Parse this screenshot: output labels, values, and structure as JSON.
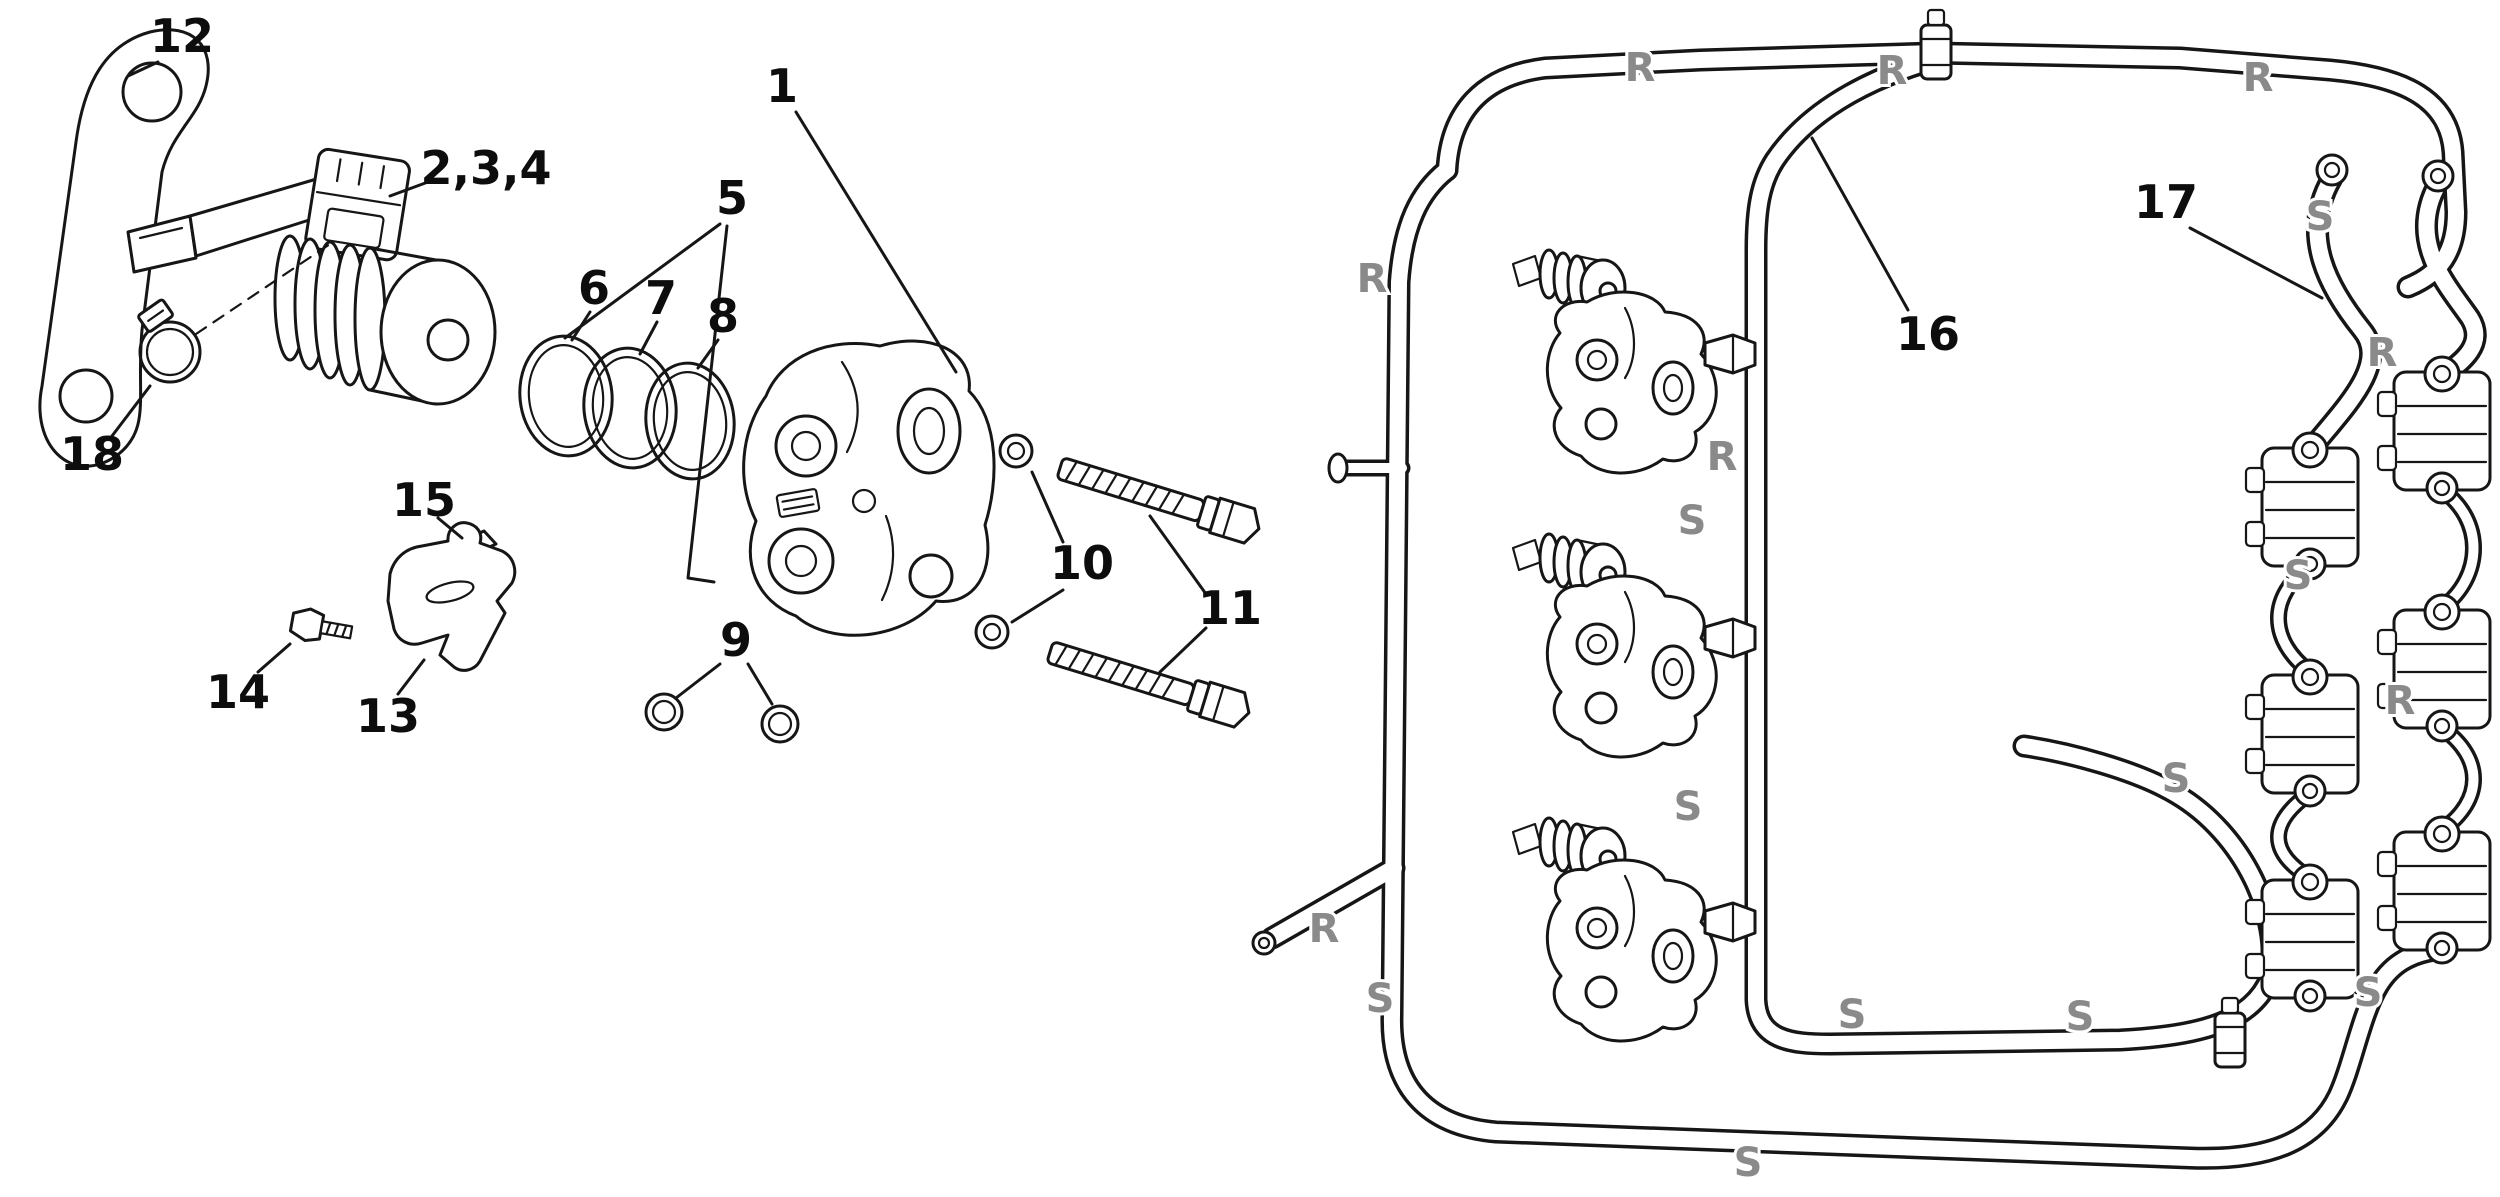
{
  "figure": {
    "background": "#ffffff",
    "line_color": "#161616",
    "callout_color": "#0d0d0d",
    "hose_label_color": "#8a8a8a"
  },
  "exploded_view": {
    "callouts": {
      "c1": "1",
      "c234": "2,3,4",
      "c5": "5",
      "c6": "6",
      "c7": "7",
      "c8": "8",
      "c9": "9",
      "c10": "10",
      "c11": "11",
      "c12": "12",
      "c13": "13",
      "c14": "14",
      "c15": "15",
      "c18": "18"
    }
  },
  "routing_view": {
    "callouts": {
      "c16": "16",
      "c17": "17"
    },
    "hose_labels": {
      "r1": "R",
      "r2": "R",
      "r3": "R",
      "r4": "R",
      "r5": "R",
      "r6": "R",
      "r7": "R",
      "r8": "R",
      "s1": "S",
      "s2": "S",
      "s3": "S",
      "s4": "S",
      "s5": "S",
      "s6": "S",
      "s7": "S",
      "s8": "S",
      "s9": "S",
      "s10": "S"
    }
  }
}
